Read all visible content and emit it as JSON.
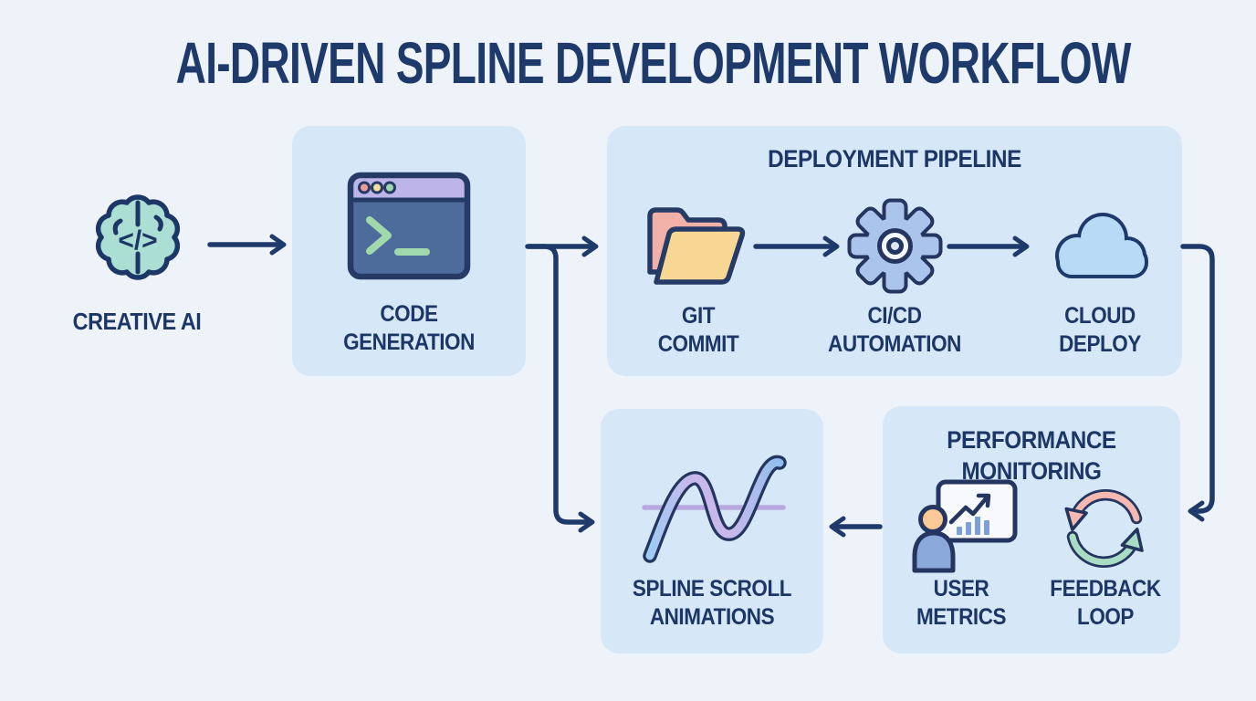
{
  "title": "AI-DRIVEN SPLINE DEVELOPMENT WORKFLOW",
  "nodes": {
    "creative_ai": {
      "label": "CREATIVE AI",
      "icon": "brain-icon"
    },
    "code_generation": {
      "label": "CODE\nGENERATION",
      "icon": "terminal-icon"
    },
    "spline_scroll": {
      "label": "SPLINE SCROLL\nANIMATIONS",
      "icon": "spline-curve-icon"
    }
  },
  "groups": {
    "deployment_pipeline": {
      "title": "DEPLOYMENT PIPELINE",
      "children": {
        "git_commit": {
          "label": "GIT\nCOMMIT",
          "icon": "folder-icon"
        },
        "cicd_automation": {
          "label": "CI/CD\nAUTOMATION",
          "icon": "gear-icon"
        },
        "cloud_deploy": {
          "label": "CLOUD\nDEPLOY",
          "icon": "cloud-icon"
        }
      }
    },
    "performance_monitoring": {
      "title": "PERFORMANCE\nMONITORING",
      "children": {
        "user_metrics": {
          "label": "USER\nMETRICS",
          "icon": "user-metrics-icon"
        },
        "feedback_loop": {
          "label": "FEEDBACK\nLOOP",
          "icon": "feedback-loop-icon"
        }
      }
    }
  },
  "edges": [
    {
      "from": "creative_ai",
      "to": "code_generation"
    },
    {
      "from": "code_generation",
      "to": "deployment_pipeline"
    },
    {
      "from": "code_generation",
      "to": "spline_scroll"
    },
    {
      "from": "git_commit",
      "to": "cicd_automation"
    },
    {
      "from": "cicd_automation",
      "to": "cloud_deploy"
    },
    {
      "from": "cloud_deploy",
      "to": "performance_monitoring"
    },
    {
      "from": "performance_monitoring",
      "to": "spline_scroll"
    }
  ],
  "colors": {
    "background": "#eef3f9",
    "box_fill": "#d6e8f8",
    "navy": "#1c3766",
    "brain_fill": "#abdfd3",
    "terminal_bar": "#bdb5e9",
    "terminal_body": "#4d6c9b",
    "terminal_prompt": "#9fd9ac",
    "dot_red": "#ee9c94",
    "dot_yellow": "#f2dc9b",
    "dot_green": "#9fd9ac",
    "folder_back": "#f2b1a8",
    "folder_front": "#f8d794",
    "gear_fill": "#abc4ec",
    "cloud_fill": "#b9daf6",
    "spline_blue": "#9ecbf2",
    "spline_purple": "#c9b8ea",
    "person_head": "#fbc998",
    "person_body": "#8aa9da",
    "board_fill": "#f7f9fc",
    "bars_blue": "#7d9fd4",
    "loop_pink": "#f6b9b2",
    "loop_green": "#a9ddc3"
  }
}
